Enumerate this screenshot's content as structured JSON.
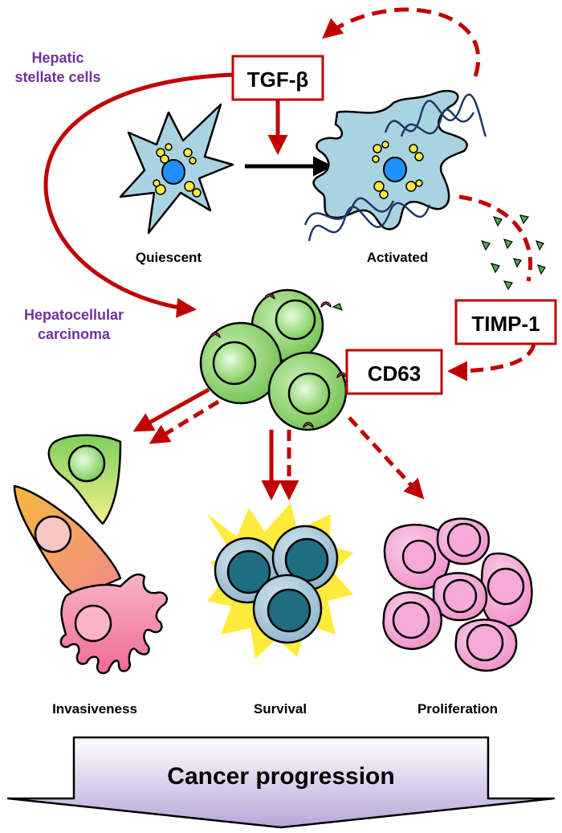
{
  "labels": {
    "hepatic_stellate_cells": [
      "Hepatic",
      "stellate cells"
    ],
    "hepatocellular_carcinoma": [
      "Hepatocellular",
      "carcinoma"
    ],
    "tgf_beta": "TGF-β",
    "timp1": "TIMP-1",
    "cd63": "CD63",
    "quiescent": "Quiescent",
    "activated": "Activated",
    "invasiveness": "Invasiveness",
    "survival": "Survival",
    "proliferation": "Proliferation",
    "cancer_progression": "Cancer progression"
  },
  "colors": {
    "arrow_red": "#c00000",
    "box_border": "#c00000",
    "purple_text": "#7030a0",
    "stellate_fill": "#a9d3e0",
    "nucleus_blue": "#1e90ff",
    "lipid_yellow": "#ffeb3b",
    "fiber_navy": "#1f3864",
    "hcc_green": "#8ed36b",
    "survival_teal": "#1f6d80",
    "prolif_pink": "#f7a9d8",
    "timp_green": "#4caf50",
    "receptor_pink": "#d6336c"
  }
}
